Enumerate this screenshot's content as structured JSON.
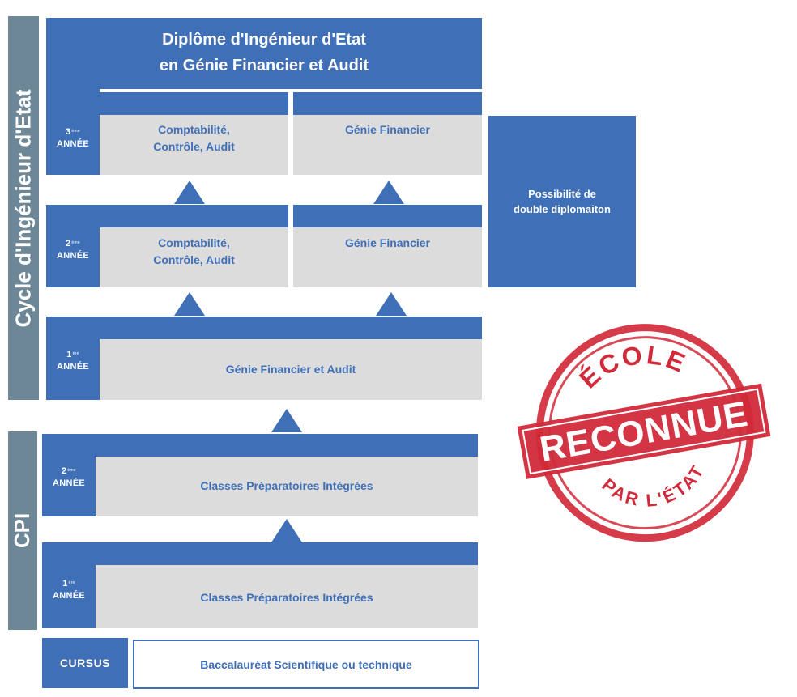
{
  "sections": {
    "cycle_label": "Cycle d'Ingénieur d'Etat",
    "cpi_label": "CPI"
  },
  "diploma_title": {
    "line1": "Diplôme d'Ingénieur d'Etat",
    "line2": "en Génie Financier et Audit"
  },
  "years": {
    "y3": {
      "num": "3",
      "sup": "ème",
      "word": "ANNÉE",
      "left": [
        "Comptabilité,",
        "Contrôle, Audit"
      ],
      "right": "Génie Financier"
    },
    "y2": {
      "num": "2",
      "sup": "ème",
      "word": "ANNÉE",
      "left": [
        "Comptabilité,",
        "Contrôle, Audit"
      ],
      "right": "Génie Financier"
    },
    "y1": {
      "num": "1",
      "sup": "ère",
      "word": "ANNÉE",
      "label": "Génie Financier et Audit"
    },
    "cpi2": {
      "num": "2",
      "sup": "ème",
      "word": "ANNÉE",
      "label": "Classes Préparatoires Intégrées"
    },
    "cpi1": {
      "num": "1",
      "sup": "ère",
      "word": "ANNÉE",
      "label": "Classes Préparatoires Intégrées"
    }
  },
  "double_degree": {
    "line1": "Possibilité de",
    "line2": "double diplomaiton"
  },
  "cursus": {
    "label": "CURSUS",
    "value": "Baccalauréat Scientifique ou technique"
  },
  "stamp": {
    "top": "ÉCOLE",
    "middle": "RECONNUE",
    "bottom": "PAR L'ÉTAT",
    "color": "#d12a3a"
  },
  "colors": {
    "blue": "#3f6fb6",
    "grey": "#dcdcdd",
    "side": "#6e8796"
  }
}
